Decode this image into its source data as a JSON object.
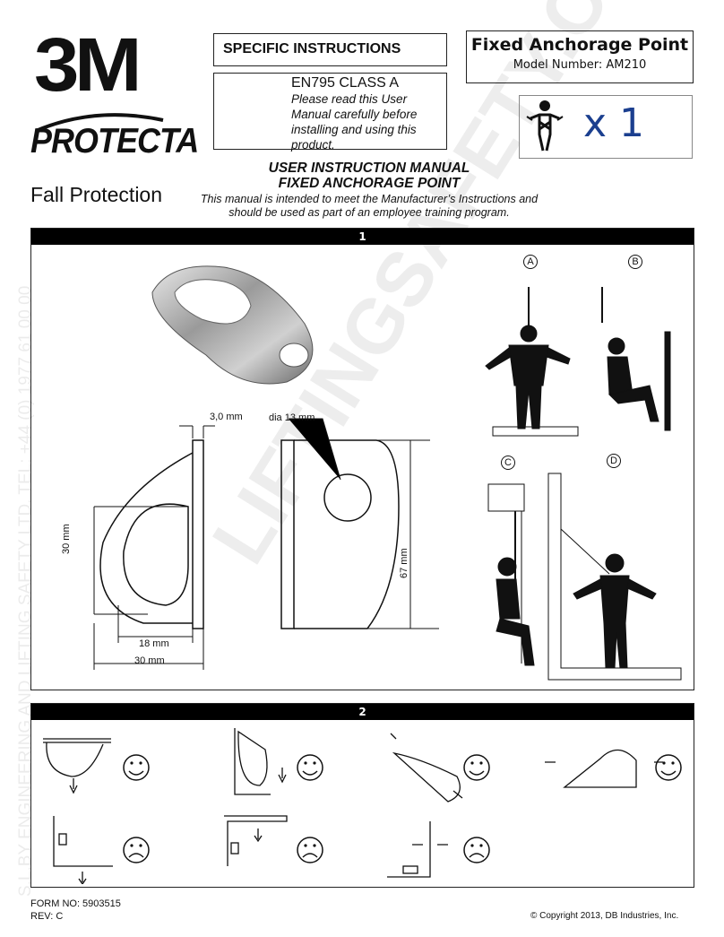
{
  "brand": {
    "logo": "3M",
    "product_line": "PROTECTA",
    "tagline": "Fall Protection"
  },
  "header": {
    "specific_instructions": "SPECIFIC INSTRUCTIONS",
    "standard": "EN795 CLASS A",
    "read_note": [
      "Please read this User",
      "Manual carefully before",
      "installing and using this",
      "product."
    ],
    "product_title": "Fixed Anchorage Point",
    "model_number": "Model Number: AM210",
    "user_count": "x 1"
  },
  "manual": {
    "title_line1": "USER INSTRUCTION MANUAL",
    "title_line2": "FIXED ANCHORAGE POINT",
    "subtitle_line1": "This manual is intended to meet the Manufacturer’s Instructions and",
    "subtitle_line2": "should be used as part of an employee training program."
  },
  "section1": {
    "number": "1",
    "dimensions": {
      "thickness": "3,0 mm",
      "hole": "dia 13 mm",
      "height_small": "30 mm",
      "width_inner": "18 mm",
      "width_outer": "30 mm",
      "height_large": "67 mm"
    },
    "figure_labels": [
      "A",
      "B",
      "C",
      "D"
    ]
  },
  "section2": {
    "number": "2"
  },
  "footer": {
    "form_no": "FORM NO: 5903515",
    "rev": "REV: C",
    "copyright": "© Copyright 2013, DB Industries, Inc."
  },
  "watermark": {
    "diagonal": "LIFTINGSAFETY.CO.UK",
    "vertical": "S.L.BY ENGINEERING AND LIFTING SAFETY LTD.  TEL: +44 (0) 1977 61 00 00"
  },
  "colors": {
    "accent_blue": "#1b3f8f",
    "bar": "#000000"
  }
}
